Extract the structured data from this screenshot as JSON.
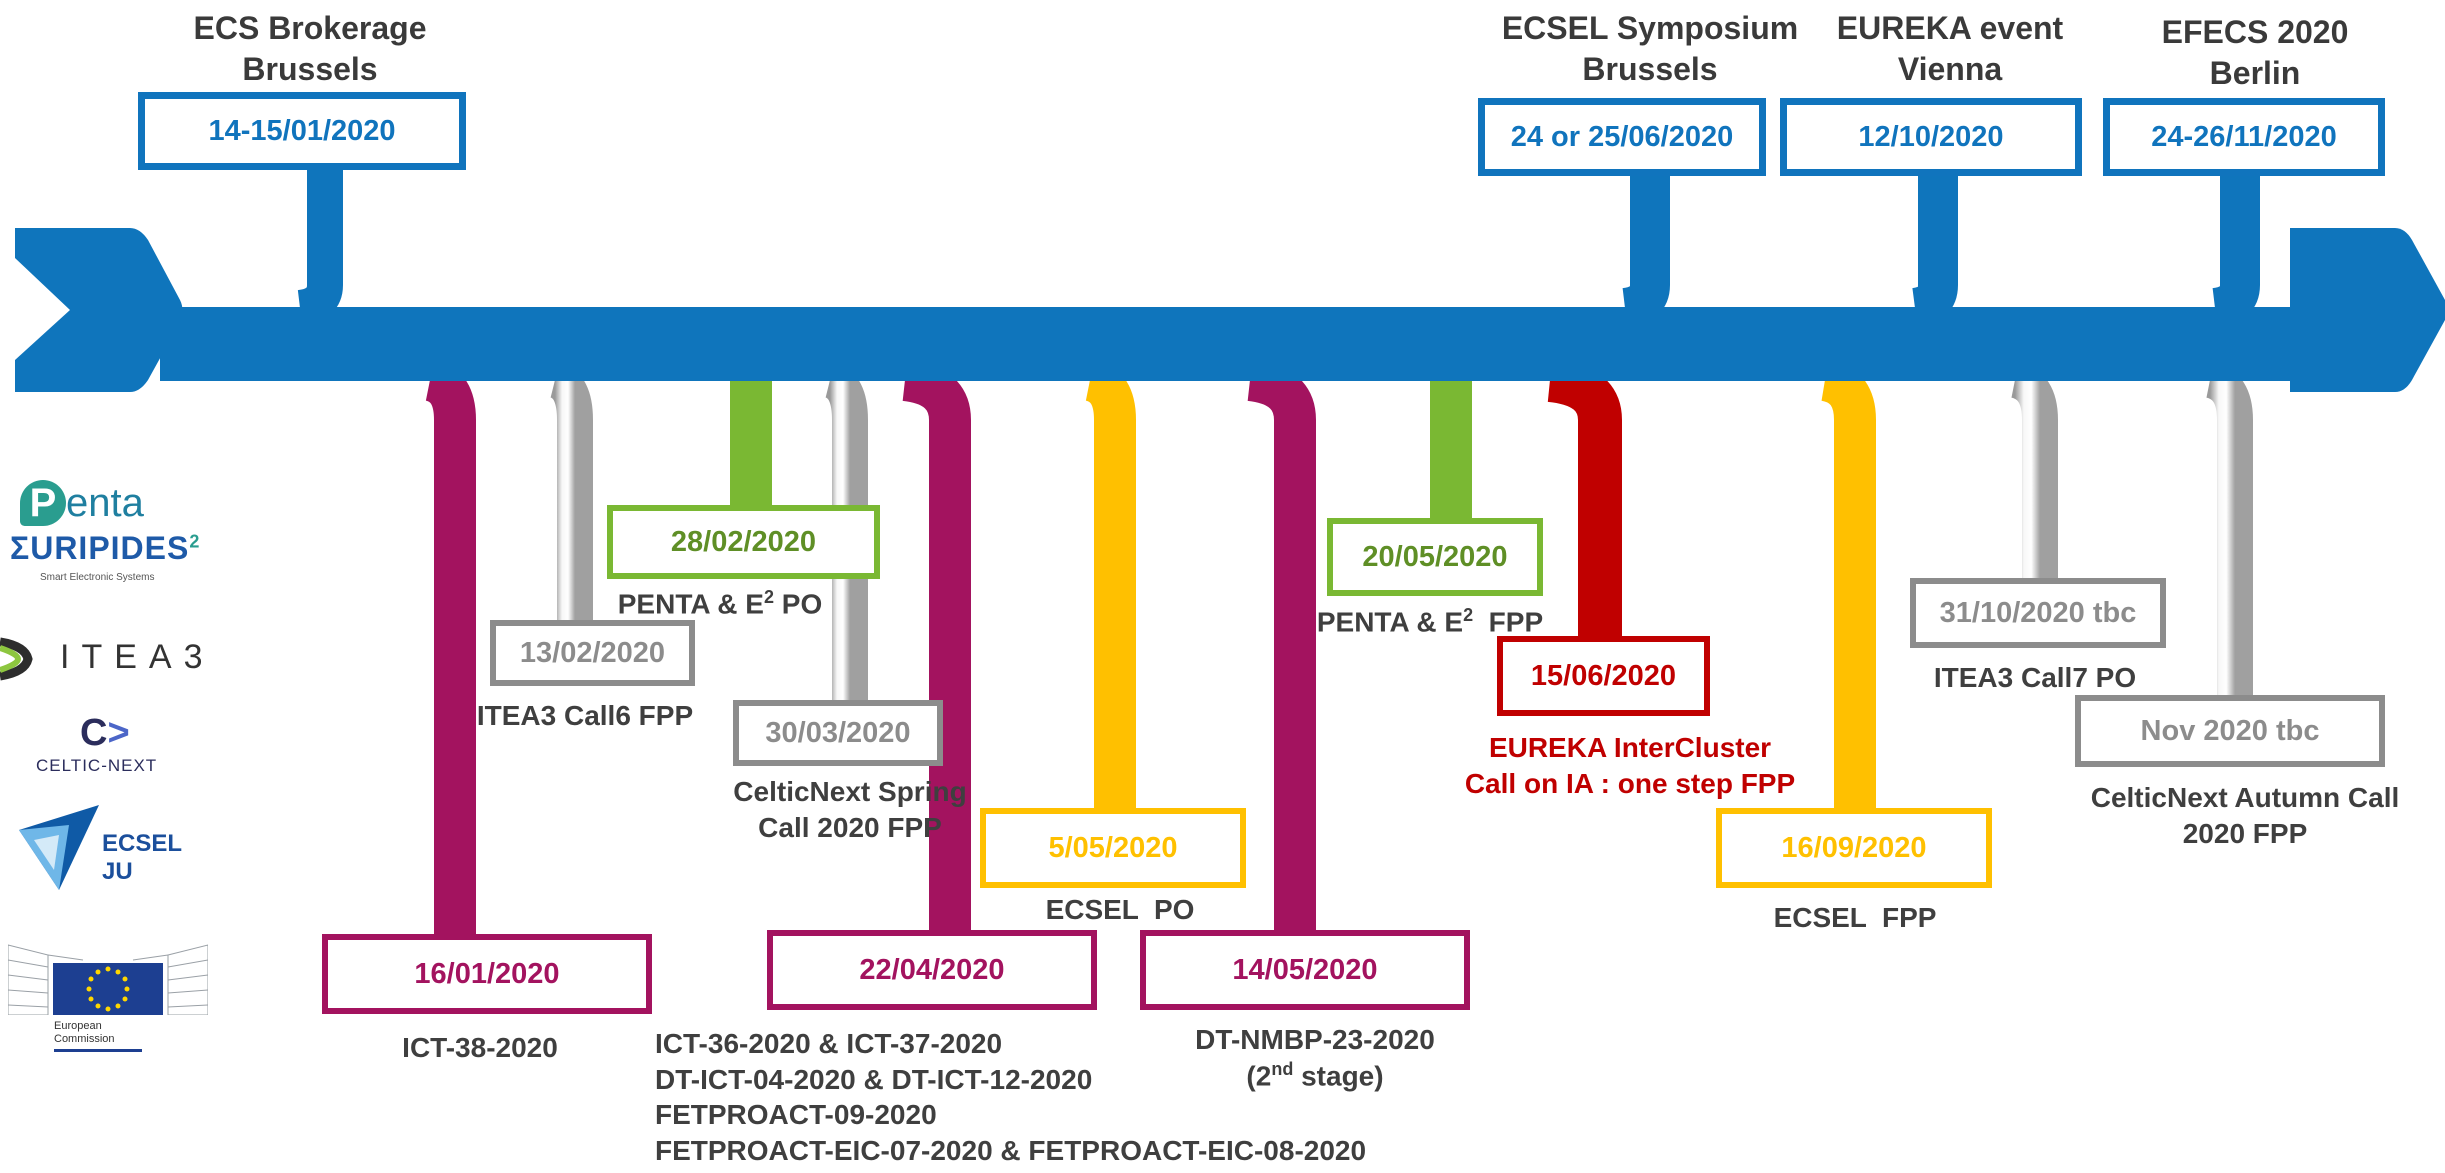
{
  "colors": {
    "timeline_blue": "#0f75bc",
    "event_blue": "#1074bd",
    "purple": "#a3135f",
    "gray": "#8c8c8c",
    "green": "#7ab833",
    "yellow": "#ffc000",
    "red": "#c00000",
    "text_dark": "#3f3f3f"
  },
  "events_above": [
    {
      "id": "ecs",
      "title": [
        "ECS Brokerage",
        "Brussels"
      ],
      "date": "14-15/01/2020"
    },
    {
      "id": "ecsel-sym",
      "title": [
        "ECSEL Symposium",
        "Brussels"
      ],
      "date": "24 or 25/06/2020"
    },
    {
      "id": "eureka",
      "title": [
        "EUREKA event",
        "Vienna"
      ],
      "date": "12/10/2020"
    },
    {
      "id": "efecs",
      "title": [
        "EFECS 2020",
        "Berlin"
      ],
      "date": "24-26/11/2020"
    }
  ],
  "deadlines": [
    {
      "id": "ict38",
      "color": "purple",
      "date": "16/01/2020",
      "desc": [
        "ICT-38-2020"
      ]
    },
    {
      "id": "itea6",
      "color": "gray",
      "date": "13/02/2020",
      "desc": [
        "ITEA3 Call6 FPP"
      ]
    },
    {
      "id": "penta-po",
      "color": "green",
      "date": "28/02/2020",
      "desc": [
        "PENTA & E",
        "2",
        " PO"
      ]
    },
    {
      "id": "celtic-spring",
      "color": "gray",
      "date": "30/03/2020",
      "desc": [
        "CelticNext Spring",
        "Call 2020 FPP"
      ]
    },
    {
      "id": "ict36",
      "color": "purple",
      "date": "22/04/2020",
      "desc": [
        "ICT-36-2020 & ICT-37-2020",
        "DT-ICT-04-2020 & DT-ICT-12-2020",
        "FETPROACT-09-2020",
        "FETPROACT-EIC-07-2020 & FETPROACT-EIC-08-2020"
      ]
    },
    {
      "id": "ecsel-po",
      "color": "yellow",
      "date": "5/05/2020",
      "desc": [
        "ECSEL  PO"
      ]
    },
    {
      "id": "nmbp",
      "color": "purple",
      "date": "14/05/2020",
      "desc": [
        "DT-NMBP-23-2020",
        "(2",
        "nd",
        " stage)"
      ]
    },
    {
      "id": "penta-fpp",
      "color": "green",
      "date": "20/05/2020",
      "desc": [
        "PENTA & E",
        "2",
        "  FPP"
      ]
    },
    {
      "id": "eureka-ic",
      "color": "red",
      "date": "15/06/2020",
      "desc": [
        "EUREKA InterCluster",
        "Call on IA : one step FPP"
      ]
    },
    {
      "id": "ecsel-fpp",
      "color": "yellow",
      "date": "16/09/2020",
      "desc": [
        "ECSEL  FPP"
      ]
    },
    {
      "id": "itea7",
      "color": "gray",
      "date": "31/10/2020 tbc",
      "desc": [
        "ITEA3 Call7 PO"
      ]
    },
    {
      "id": "celtic-autumn",
      "color": "gray",
      "date": "Nov 2020 tbc",
      "desc": [
        "CelticNext Autumn Call",
        "2020 FPP"
      ]
    }
  ],
  "logos": {
    "penta": {
      "word": "enta",
      "letter": "P",
      "euripides": "URIPIDES",
      "sigma": "Σ",
      "sup": "2",
      "tagline": "Smart Electronic Systems"
    },
    "itea": {
      "word": "ITEA3"
    },
    "celtic": {
      "word": "CELTIC-NEXT"
    },
    "ecsel": {
      "word": "ECSEL JU"
    },
    "ec": {
      "line1": "European",
      "line2": "Commission"
    }
  }
}
